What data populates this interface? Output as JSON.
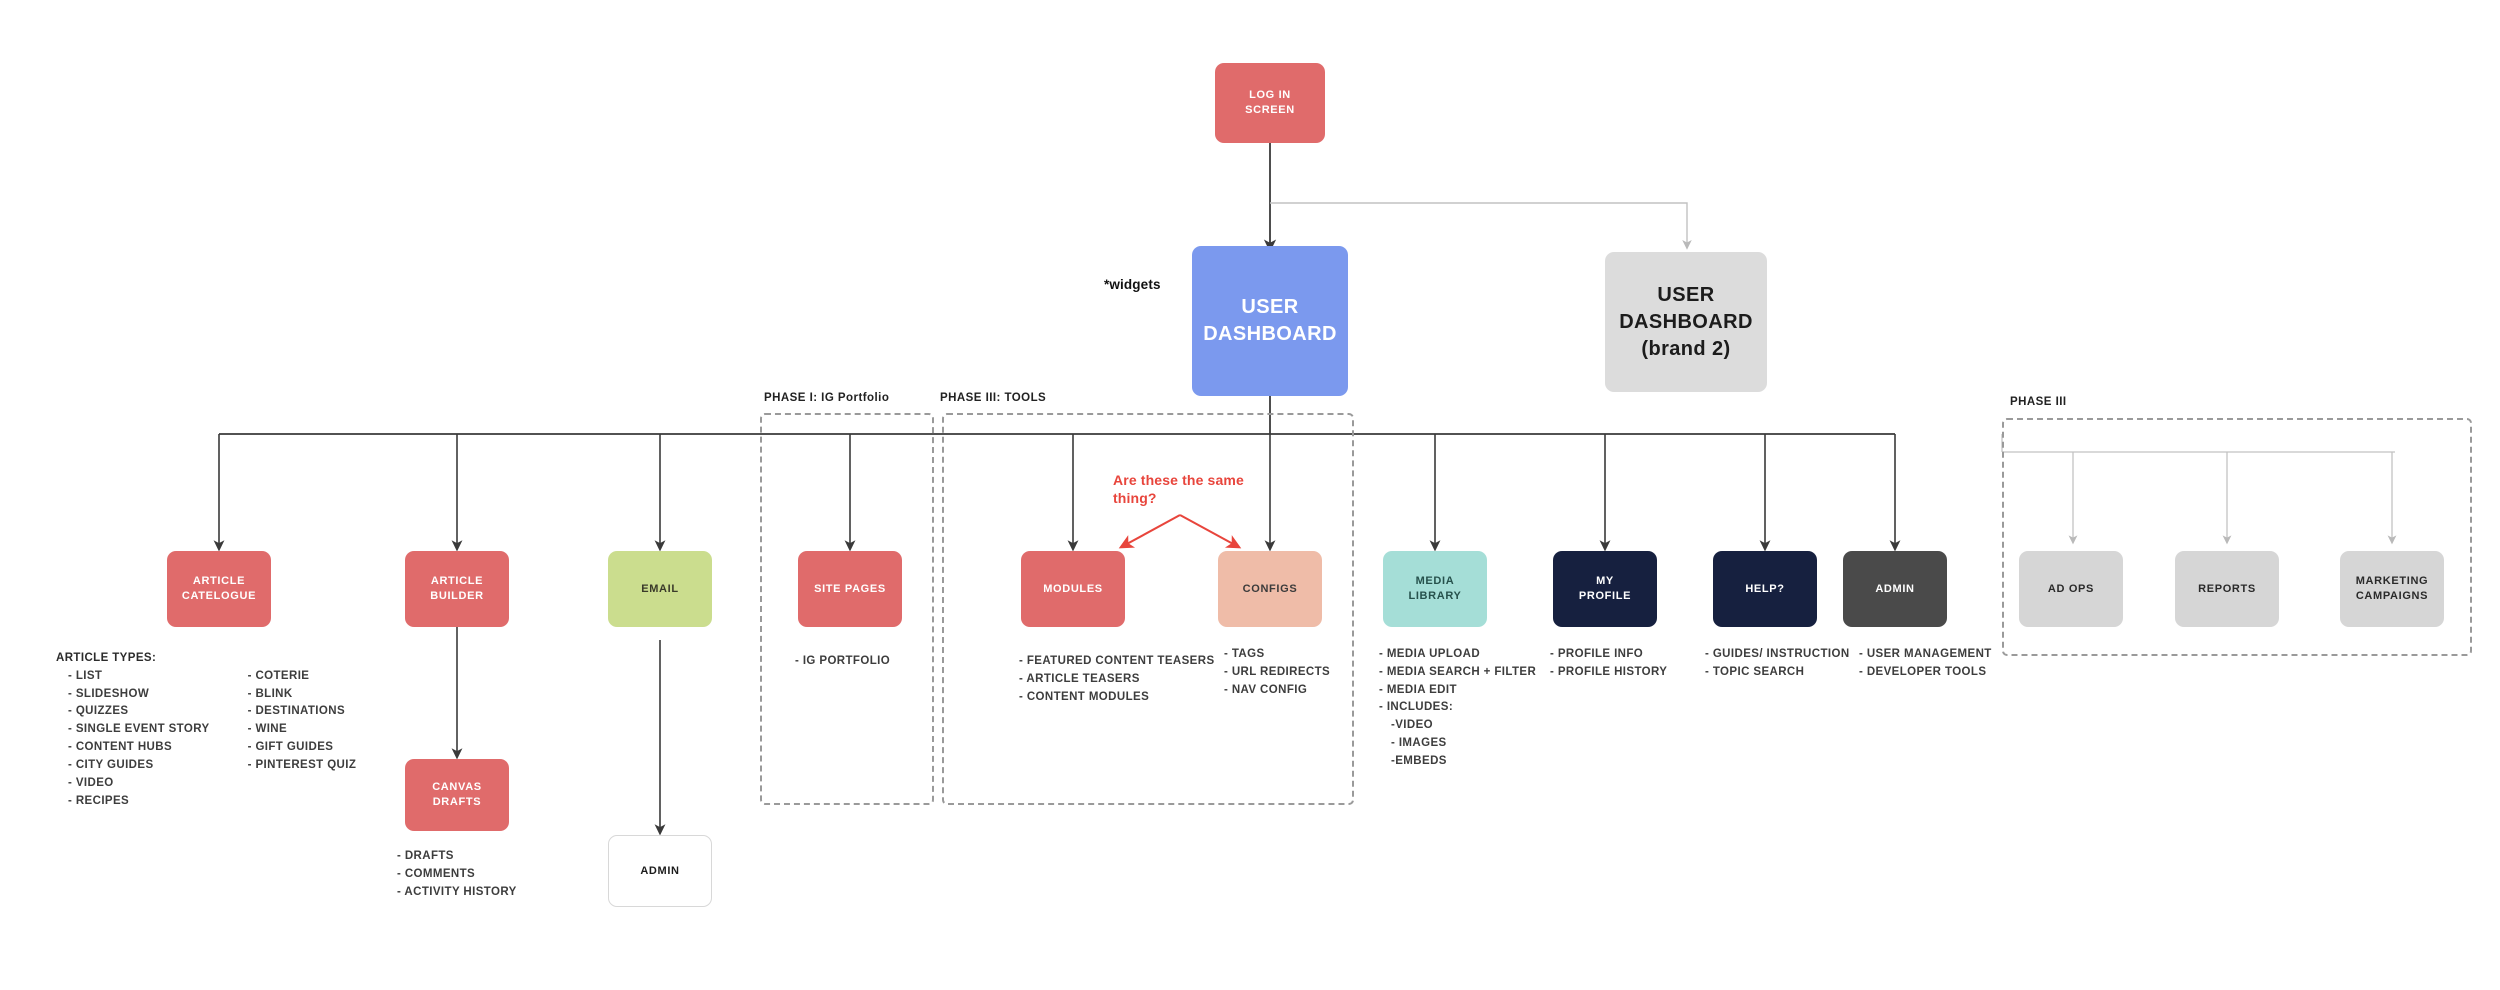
{
  "diagram": {
    "title_nodes": {
      "login": {
        "label": "LOG IN\nSCREEN"
      },
      "user_dashboard": {
        "label": "USER\nDASHBOARD"
      },
      "user_dashboard_brand2": {
        "label": "USER\nDASHBOARD\n(brand 2)"
      }
    },
    "widgets_note": "*widgets",
    "red_annotation": "Are these the same thing?",
    "phase_labels": {
      "phase1": "PHASE I: IG Portfolio",
      "phase3_tools": "PHASE III: TOOLS",
      "phase3": "PHASE III"
    },
    "nodes": {
      "article_catelogue": "ARTICLE\nCATELOGUE",
      "article_builder": "ARTICLE\nBUILDER",
      "canvas_drafts": "CANVAS\nDRAFTS",
      "email": "EMAIL",
      "email_admin": "ADMIN",
      "site_pages": "SITE PAGES",
      "modules": "MODULES",
      "configs": "CONFIGS",
      "media_library": "MEDIA\nLIBRARY",
      "my_profile": "MY\nPROFILE",
      "help": "HELP?",
      "admin": "ADMIN",
      "ad_ops": "AD OPS",
      "reports": "REPORTS",
      "marketing_campaigns": "MARKETING\nCAMPAIGNS"
    },
    "lists": {
      "article_types": {
        "header": "ARTICLE TYPES:",
        "col1": [
          "- LIST",
          "- SLIDESHOW",
          "- QUIZZES",
          "- SINGLE EVENT STORY",
          "- CONTENT HUBS",
          "- CITY GUIDES",
          "- VIDEO",
          "- RECIPES"
        ],
        "col2": [
          "- COTERIE",
          "- BLINK",
          "- DESTINATIONS",
          "- WINE",
          "- GIFT GUIDES",
          "- PINTEREST QUIZ"
        ]
      },
      "canvas_drafts": [
        "- DRAFTS",
        "- COMMENTS",
        "- ACTIVITY HISTORY"
      ],
      "site_pages": [
        "- IG PORTFOLIO"
      ],
      "modules": [
        "- FEATURED CONTENT TEASERS",
        "- ARTICLE TEASERS",
        "- CONTENT MODULES"
      ],
      "configs": [
        "- TAGS",
        "- URL REDIRECTS",
        "- NAV CONFIG"
      ],
      "media_library": [
        "- MEDIA UPLOAD",
        "- MEDIA SEARCH + FILTER",
        "- MEDIA EDIT",
        "- INCLUDES:",
        "-VIDEO",
        "- IMAGES",
        "-EMBEDS"
      ],
      "my_profile": [
        "- PROFILE INFO",
        "- PROFILE HISTORY"
      ],
      "help": [
        "- GUIDES/ INSTRUCTION",
        "- TOPIC SEARCH"
      ],
      "admin": [
        "- USER MANAGEMENT",
        "- DEVELOPER TOOLS"
      ]
    },
    "colors": {
      "red": "#E06B6B",
      "blue": "#7B99EE",
      "grey": "#DCDCDC",
      "green": "#CBDD8E",
      "peach": "#EFBCA8",
      "mint": "#A5DED7",
      "navy": "#16203F",
      "dark": "#4A4A4A",
      "light_grey": "#D6D6D6",
      "annotation_red": "#E8453C",
      "connector": "#3a3a3a",
      "connector_light": "#b9b9b9",
      "dashed_group": "#9a9a9a"
    }
  }
}
